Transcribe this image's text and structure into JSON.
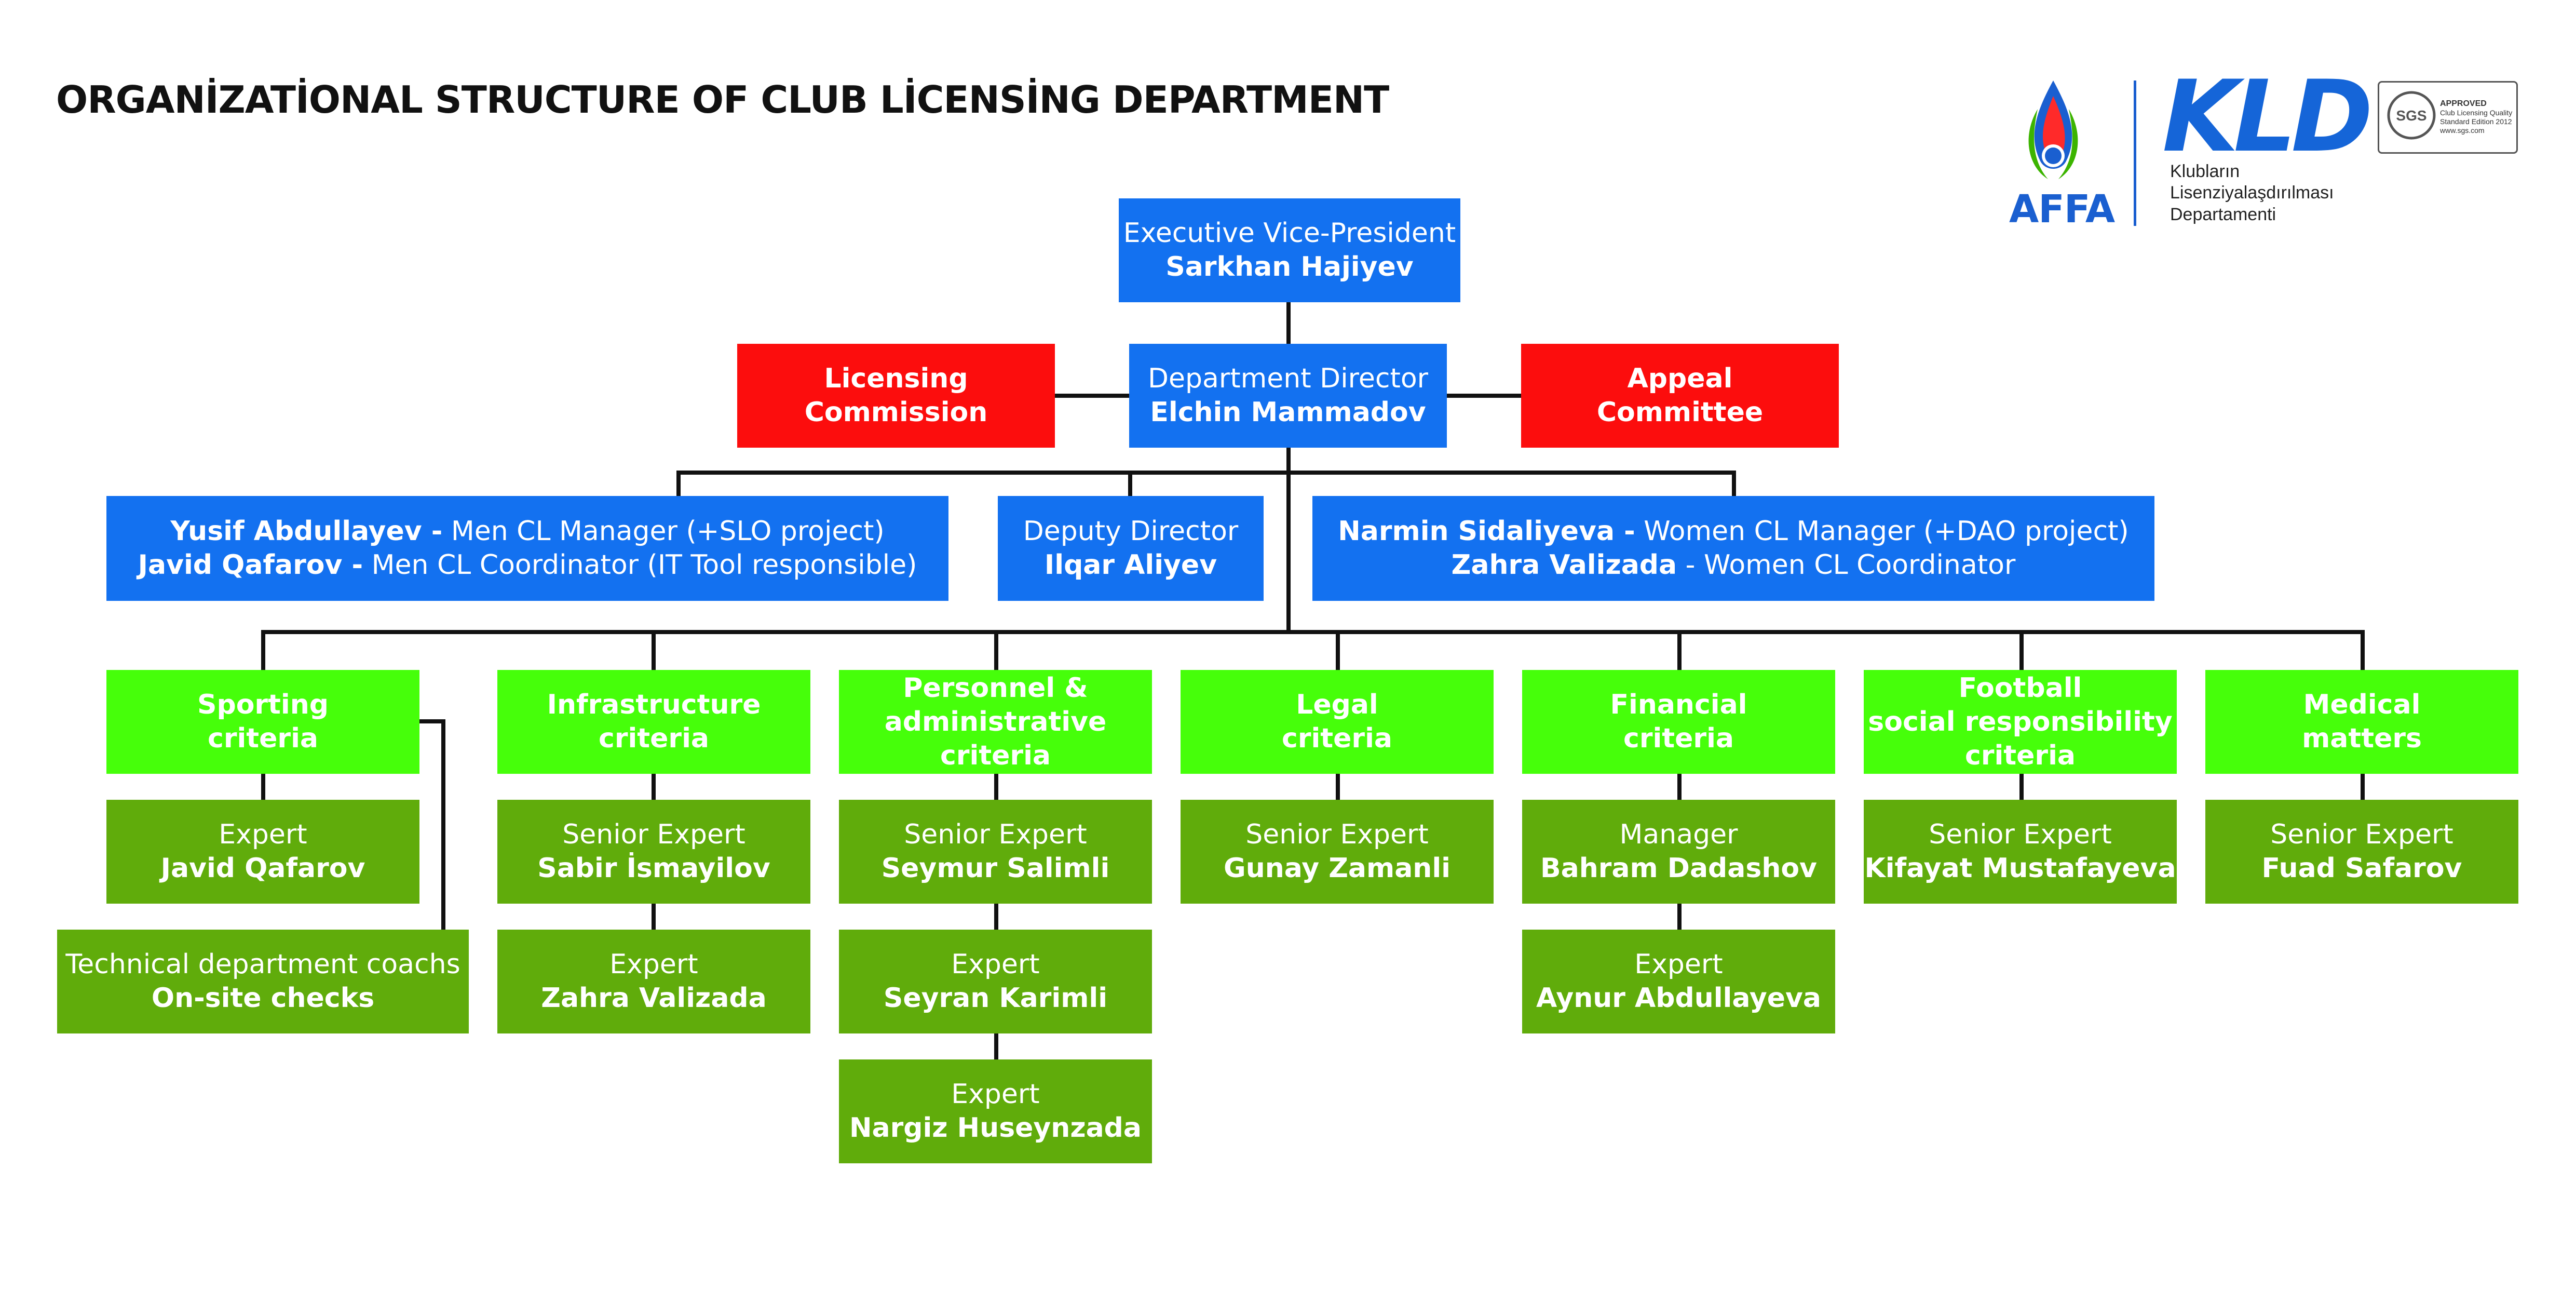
{
  "title": "ORGANİZATİONAL STRUCTURE OF CLUB LİCENSİNG DEPARTMENT",
  "logos": {
    "affa": "AFFA",
    "kld": "KLD",
    "kld_subtitle": [
      "Klubların",
      "Lisenziyalaşdırılması",
      "Departamenti"
    ],
    "sgs": {
      "mark": "SGS",
      "approved": "APPROVED",
      "lines": [
        "Club Licensing Quality",
        "Standard Edition 2012",
        "www.sgs.com"
      ]
    }
  },
  "colors": {
    "blue": "#1371f0",
    "red": "#fc0d0d",
    "lime": "#46ff0a",
    "green": "#60ac0b",
    "line": "#111111"
  },
  "top": {
    "evp": {
      "role": "Executive Vice-President",
      "name": "Sarkhan Hajiyev"
    },
    "director": {
      "role": "Department Director",
      "name": "Elchin Mammadov"
    },
    "licensing_commission": {
      "line1": "Licensing",
      "line2": "Commission"
    },
    "appeal_committee": {
      "line1": "Appeal",
      "line2": "Committee"
    }
  },
  "managers": {
    "men": {
      "l1_name": "Yusif Abdullayev -",
      "l1_role": " Men CL Manager (+SLO project)",
      "l2_name": "Javid Qafarov -",
      "l2_role": " Men CL Coordinator (IT Tool responsible)"
    },
    "deputy": {
      "role": "Deputy Director",
      "name": "Ilqar Aliyev"
    },
    "women": {
      "l1_name": "Narmin Sidaliyeva -",
      "l1_role": " Women CL Manager (+DAO project)",
      "l2_name": "Zahra Valizada",
      "l2_role": " - Women CL Coordinator"
    }
  },
  "criteria": [
    {
      "lines": [
        "Sporting",
        "criteria"
      ]
    },
    {
      "lines": [
        "Infrastructure",
        "criteria"
      ]
    },
    {
      "lines": [
        "Personnel &",
        "administrative",
        "criteria"
      ]
    },
    {
      "lines": [
        "Legal",
        "criteria"
      ]
    },
    {
      "lines": [
        "Financial",
        "criteria"
      ]
    },
    {
      "lines": [
        "Football",
        "social responsibility",
        "criteria"
      ]
    },
    {
      "lines": [
        "Medical",
        "matters"
      ]
    }
  ],
  "staff": {
    "sporting": [
      {
        "role": "Expert",
        "name": "Javid Qafarov"
      },
      {
        "role": "Technical department coachs",
        "name": "On-site checks"
      }
    ],
    "infrastructure": [
      {
        "role": "Senior Expert",
        "name": "Sabir İsmayilov"
      },
      {
        "role": "Expert",
        "name": "Zahra Valizada"
      }
    ],
    "personnel": [
      {
        "role": "Senior Expert",
        "name": "Seymur Salimli"
      },
      {
        "role": "Expert",
        "name": "Seyran Karimli"
      },
      {
        "role": "Expert",
        "name": "Nargiz Huseynzada"
      }
    ],
    "legal": [
      {
        "role": "Senior Expert",
        "name": "Gunay Zamanli"
      }
    ],
    "financial": [
      {
        "role": "Manager",
        "name": "Bahram Dadashov"
      },
      {
        "role": "Expert",
        "name": "Aynur Abdullayeva"
      }
    ],
    "football_social": [
      {
        "role": "Senior Expert",
        "name": "Kifayat Mustafayeva"
      }
    ],
    "medical": [
      {
        "role": "Senior Expert",
        "name": "Fuad Safarov"
      }
    ]
  }
}
